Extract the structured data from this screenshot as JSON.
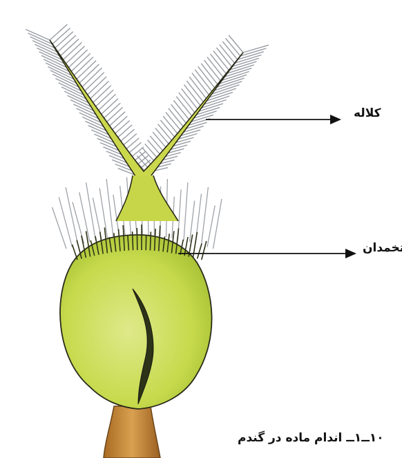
{
  "labels": {
    "stigma": "کلاله",
    "ovary": "تخمدان"
  },
  "caption": "۱۰ــ۱ــ اندام ماده در گندم",
  "colors": {
    "ovary_fill": "#c8dc4a",
    "ovary_light": "#dce87a",
    "style_fill": "#c9d84a",
    "feather": "#8a8f96",
    "stalk": "#c88a3a",
    "outline": "#2a2a1a",
    "arrow": "#111111"
  }
}
